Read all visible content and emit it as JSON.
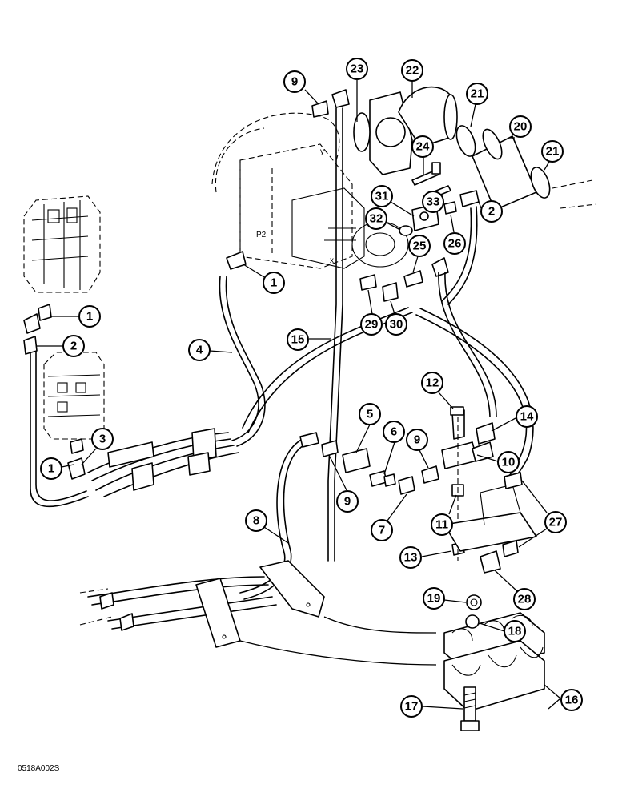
{
  "drawing_code": "0518A002S",
  "pump_port_labels": [
    "P2",
    "x",
    "y"
  ],
  "callouts": [
    "9",
    "23",
    "22",
    "21",
    "20",
    "21",
    "24",
    "31",
    "33",
    "2",
    "32",
    "26",
    "25",
    "1",
    "29",
    "30",
    "15",
    "1",
    "2",
    "4",
    "3",
    "1",
    "12",
    "14",
    "5",
    "6",
    "9",
    "10",
    "9",
    "11",
    "27",
    "7",
    "8",
    "13",
    "28",
    "19",
    "18",
    "16",
    "17"
  ]
}
